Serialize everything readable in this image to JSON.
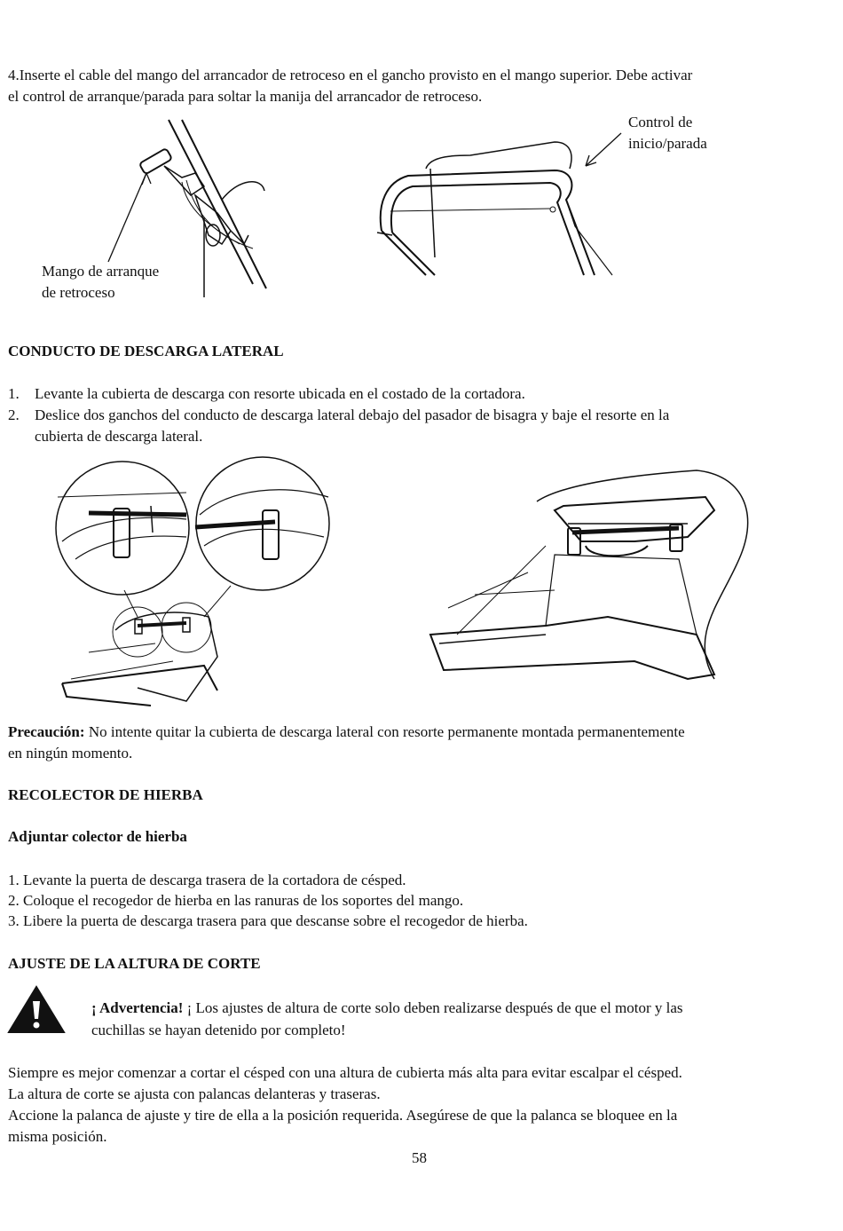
{
  "step4": {
    "line1": "4.Inserte el cable del mango del arrancador de retroceso en el gancho provisto en el mango superior. Debe activar",
    "line2": "el control de arranque/parada para soltar la manija del arrancador de retroceso."
  },
  "fig1": {
    "label_line1": "Mango de arranque",
    "label_line2": "de retroceso"
  },
  "fig2": {
    "label_line1": "Control de",
    "label_line2": "inicio/parada"
  },
  "side_discharge": {
    "heading": "CONDUCTO DE DESCARGA LATERAL",
    "item1_num": "1.",
    "item1": "Levante la cubierta de descarga con resorte ubicada en el costado de la cortadora.",
    "item2_num": "2.",
    "item2_line1": "Deslice dos ganchos del conducto de descarga lateral debajo del pasador de bisagra y baje el resorte en la",
    "item2_line2": "cubierta de descarga lateral."
  },
  "caution": {
    "label": "Precaución:",
    "text": " No intente quitar la cubierta de descarga lateral con resorte permanente montada permanentemente",
    "line2": "en ningún momento."
  },
  "grass_catcher": {
    "heading": "RECOLECTOR DE HIERBA",
    "subheading": "Adjuntar colector de hierba",
    "step1": "1. Levante la puerta de descarga trasera de la cortadora de césped.",
    "step2": "2. Coloque el recogedor de hierba en las ranuras de los soportes del mango.",
    "step3": "3. Libere la puerta de descarga trasera para que descanse sobre el recogedor de hierba."
  },
  "cut_height": {
    "heading": "AJUSTE DE LA ALTURA DE CORTE",
    "warning_label": "¡ Advertencia!",
    "warning_text": " ¡ Los ajustes de altura de corte solo deben realizarse después de que el motor y las",
    "warning_line2": "cuchillas se hayan detenido por completo!",
    "p1_line1": "Siempre es mejor comenzar a cortar el césped con una altura de cubierta más alta para evitar escalpar el césped.",
    "p1_line2": "La altura de corte se ajusta con palancas delanteras y traseras.",
    "p2_line1": "Accione la palanca de ajuste y tire de ella a la posición requerida. Asegúrese de que la palanca se bloquee en la",
    "p2_line2": "misma posición."
  },
  "page_number": "58"
}
